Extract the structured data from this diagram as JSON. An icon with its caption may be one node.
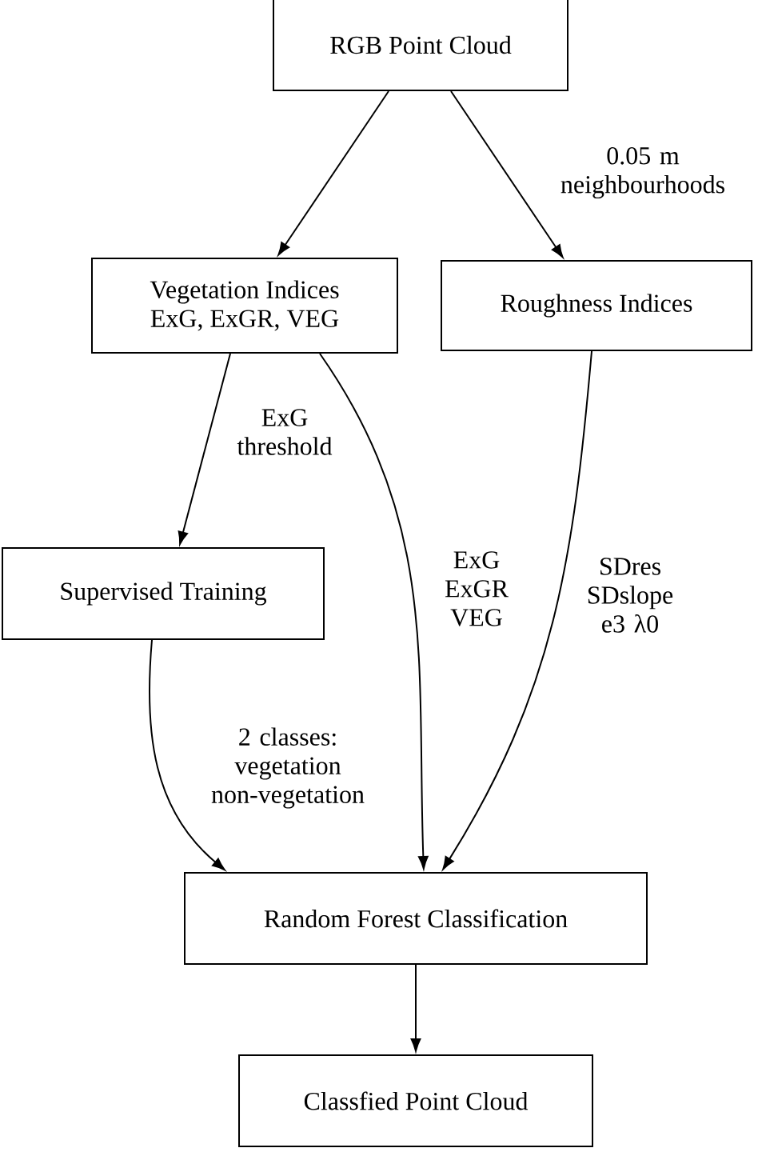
{
  "diagram": {
    "nodes": [
      {
        "text": [
          "RGB Point Cloud"
        ]
      },
      {
        "text": [
          "Vegetation Indices",
          "ExG, ExGR, VEG"
        ]
      },
      {
        "text": [
          "Roughness Indices"
        ]
      },
      {
        "text": [
          "Supervised Training"
        ]
      },
      {
        "text": [
          "Random Forest Classification"
        ]
      },
      {
        "text": [
          "Classfied Point Cloud"
        ]
      }
    ],
    "edges": [
      {
        "from": 0,
        "to": 1,
        "arrow": "to"
      },
      {
        "from": 0,
        "to": 2,
        "arrow": "to",
        "label": "0.05 m neighbourhoods"
      },
      {
        "from": 1,
        "to": 3,
        "arrow": "to",
        "label": "ExG threshold"
      },
      {
        "from": 1,
        "to": 4,
        "arrow": "to",
        "label": "ExG ExGR VEG"
      },
      {
        "from": 2,
        "to": 4,
        "arrow": "to",
        "label": "SDres SDslope e3 λ0"
      },
      {
        "from": 3,
        "to": 4,
        "arrow": "to",
        "label": "2 classes: vegetation non-vegetation"
      },
      {
        "from": 4,
        "to": 5,
        "arrow": "to"
      }
    ]
  }
}
